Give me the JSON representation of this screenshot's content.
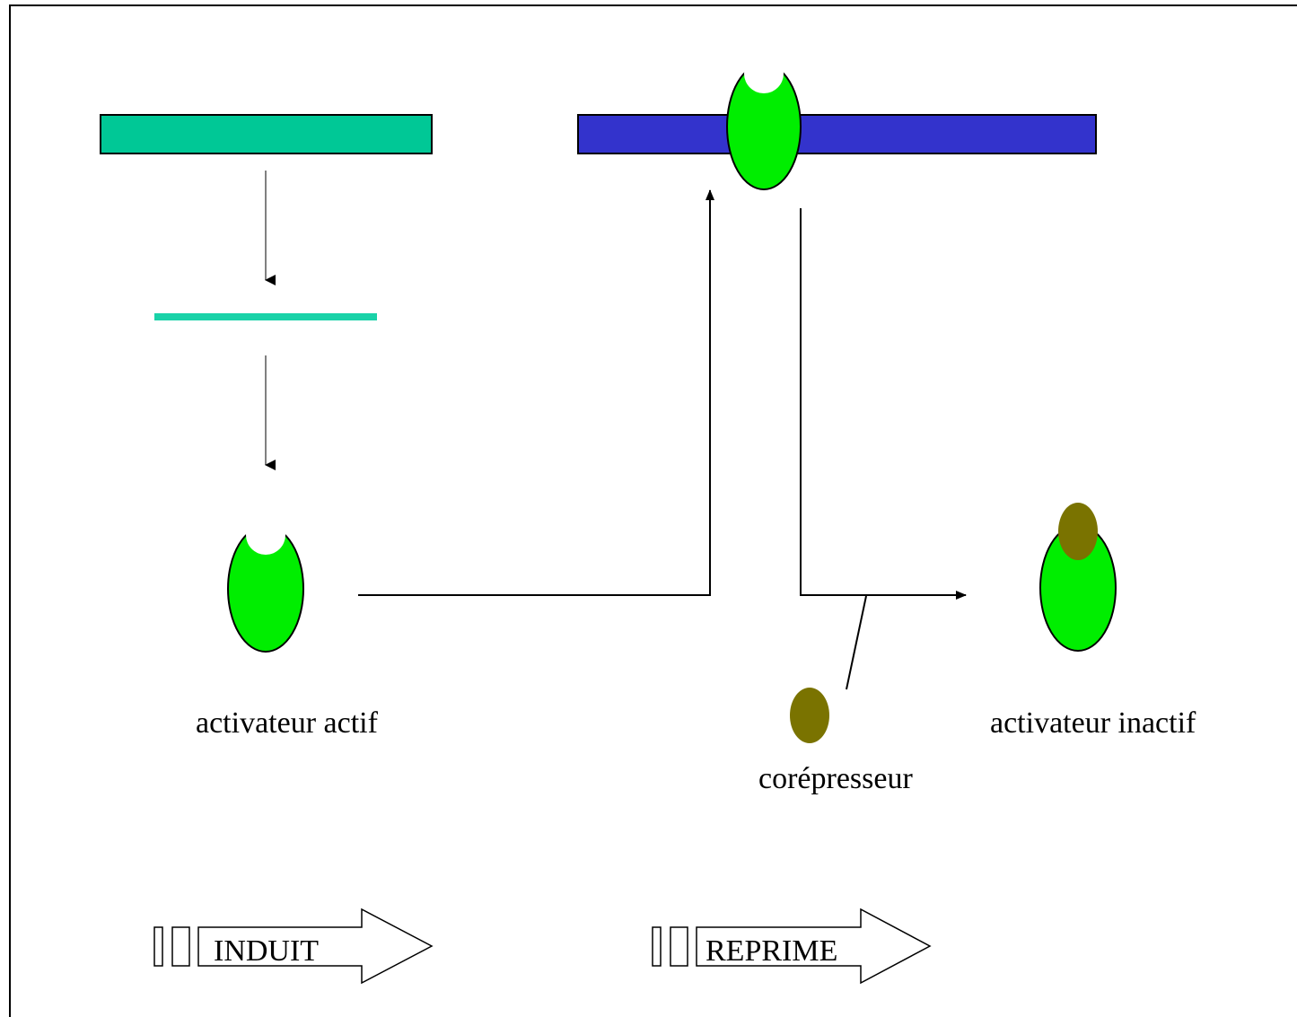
{
  "labels": {
    "active_activator": "activateur actif",
    "inactive_activator": "activateur inactif",
    "corepressor": "corépresseur"
  },
  "operons": [
    {
      "label": "INDUIT"
    },
    {
      "label": "REPRIME"
    }
  ],
  "colors": {
    "gene_bar": "#00c896",
    "mrna": "#1ad2a8",
    "dna_bar": "#3333cc",
    "activator": "#00ee00",
    "corepressor": "#7a7300",
    "gray_arrow": "#808080",
    "line": "#000000"
  }
}
